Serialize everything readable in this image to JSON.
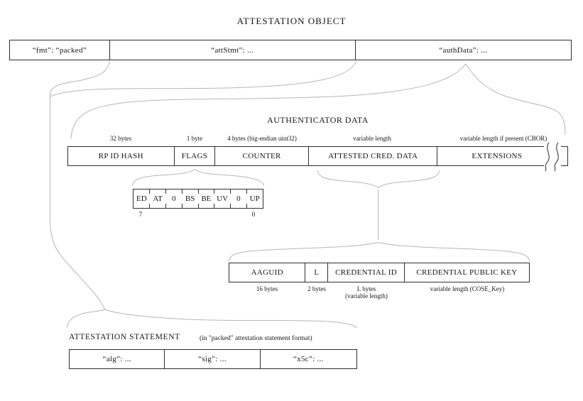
{
  "title": "ATTESTATION OBJECT",
  "attestation_object": {
    "cells": [
      {
        "label": "“fmt”: “packed”"
      },
      {
        "label": "“attStmt”: ..."
      },
      {
        "label": "“authData”: ..."
      }
    ]
  },
  "authenticator_data": {
    "title": "AUTHENTICATOR DATA",
    "cells": [
      {
        "label": "RP ID HASH",
        "size": "32 bytes"
      },
      {
        "label": "FLAGS",
        "size": "1 byte"
      },
      {
        "label": "COUNTER",
        "size": "4 bytes (big-endian uint32)"
      },
      {
        "label": "ATTESTED CRED. DATA",
        "size": "variable length"
      },
      {
        "label": "EXTENSIONS",
        "size": "variable length if present (CBOR)"
      }
    ]
  },
  "flags_bits": {
    "bits": [
      "ED",
      "AT",
      "0",
      "BS",
      "BE",
      "UV",
      "0",
      "UP"
    ],
    "msb": "7",
    "lsb": "0"
  },
  "attested_cred_data": {
    "cells": [
      {
        "label": "AAGUID",
        "size": "16 bytes"
      },
      {
        "label": "L",
        "size": "2 bytes"
      },
      {
        "label": "CREDENTIAL ID",
        "size": "L bytes",
        "size2": "(variable length)"
      },
      {
        "label": "CREDENTIAL PUBLIC KEY",
        "size": "variable length (COSE_Key)"
      }
    ]
  },
  "attestation_statement": {
    "title": "ATTESTATION STATEMENT",
    "subtitle": "(in \"packed\" attestation statement format)",
    "cells": [
      {
        "label": "“alg”: ..."
      },
      {
        "label": "“sig”: ..."
      },
      {
        "label": "“x5c”: ..."
      }
    ]
  },
  "colors": {
    "background": "#ffffff",
    "box_line": "#2e2e2e",
    "connector": "#b6b6b6",
    "text": "#151515"
  }
}
